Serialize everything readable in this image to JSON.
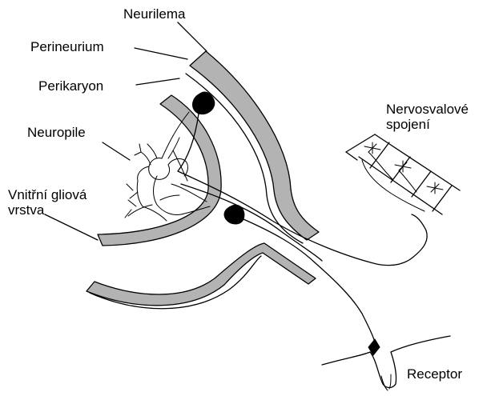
{
  "labels": {
    "neurilema": "Neurilema",
    "perineurium": "Perineurium",
    "perikaryon": "Perikaryon",
    "neuropile": "Neuropile",
    "glial_layer_line1": "Vnitřní gliová",
    "glial_layer_line2": "vrstva",
    "junction_line1": "Nervosvalové",
    "junction_line2": "spojení",
    "receptor": "Receptor"
  },
  "colors": {
    "band_fill": "#b3b3b3",
    "line": "#000000",
    "background": "#ffffff"
  }
}
